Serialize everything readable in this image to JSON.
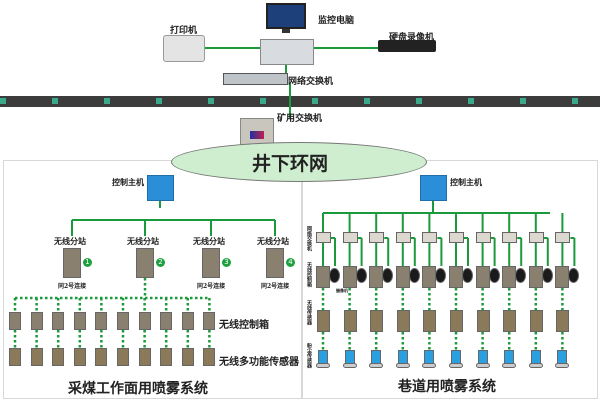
{
  "top": {
    "monitor_pc": "监控电脑",
    "printer": "打印机",
    "dvr": "硬盘录像机",
    "network_switch": "网络交换机",
    "mine_switch": "矿用交换机"
  },
  "ring": {
    "label": "井下环网"
  },
  "colors": {
    "link": "#1a9a3a",
    "ring_fill": "#cfeed0",
    "bus_dark": "#3c3c3c",
    "bus_accent": "#3aa88a",
    "host_blue": "#2a8fd8",
    "sensor_blue": "#2aa0e0"
  },
  "left_system": {
    "title": "采煤工作面用喷雾系统",
    "host_label": "控制主机",
    "substations": [
      {
        "label": "无线分站",
        "number": "1",
        "note": "同2号连接"
      },
      {
        "label": "无线分站",
        "number": "2",
        "note": ""
      },
      {
        "label": "无线分站",
        "number": "3",
        "note": "同2号连接"
      },
      {
        "label": "无线分站",
        "number": "4",
        "note": "同2号连接"
      }
    ],
    "control_box_label": "无线控制箱",
    "sensor_label": "无线多功能传感器",
    "unit_count": 10
  },
  "right_system": {
    "title": "巷道用喷雾系统",
    "host_label": "控制主机",
    "row_labels": [
      "网络交换机",
      "无线控制箱",
      "无线传感器",
      "粉尘传感器"
    ],
    "camera_label": "摄像机",
    "unit_count": 10
  }
}
